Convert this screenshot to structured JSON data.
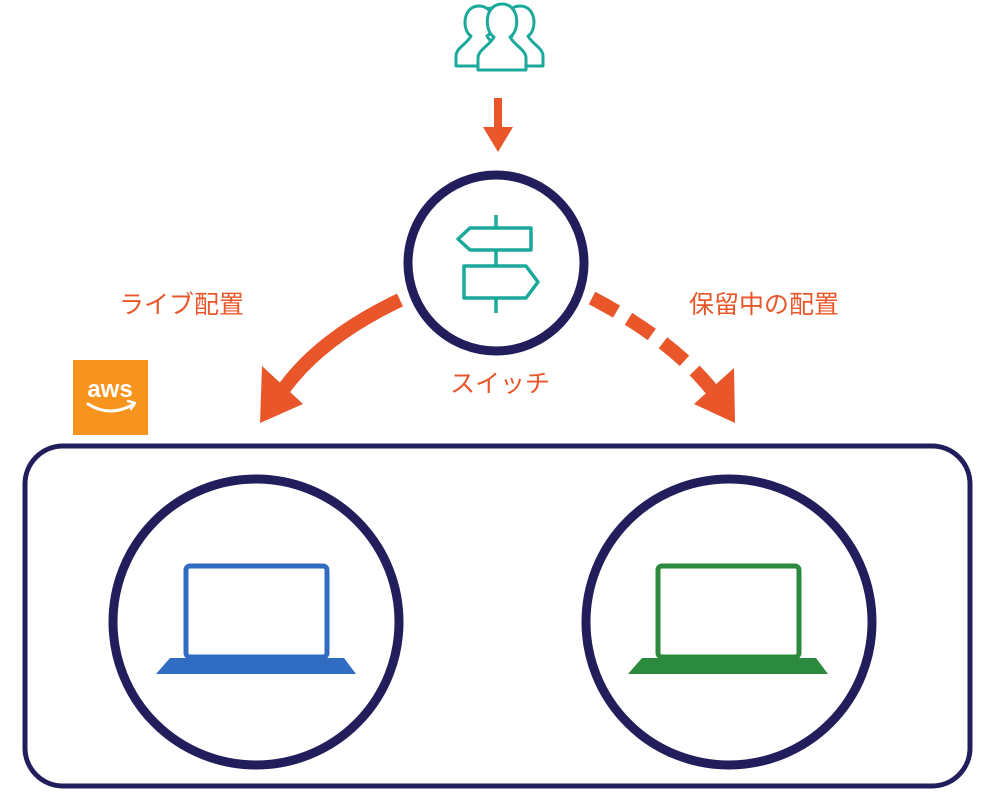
{
  "labels": {
    "live": "ライブ配置",
    "staged": "保留中の配置",
    "switch": "スイッチ"
  },
  "aws_logo": {
    "text": "aws"
  },
  "icons": {
    "users": "users-group-icon",
    "switch": "signpost-icon",
    "live_env": "laptop-icon",
    "staged_env": "laptop-icon"
  },
  "colors": {
    "arrow": "#e8562a",
    "frame": "#221e5c",
    "teal": "#1aa99b",
    "live_laptop": "#2f6cc2",
    "staged_laptop": "#2b8a3e",
    "aws": "#f7941d"
  }
}
